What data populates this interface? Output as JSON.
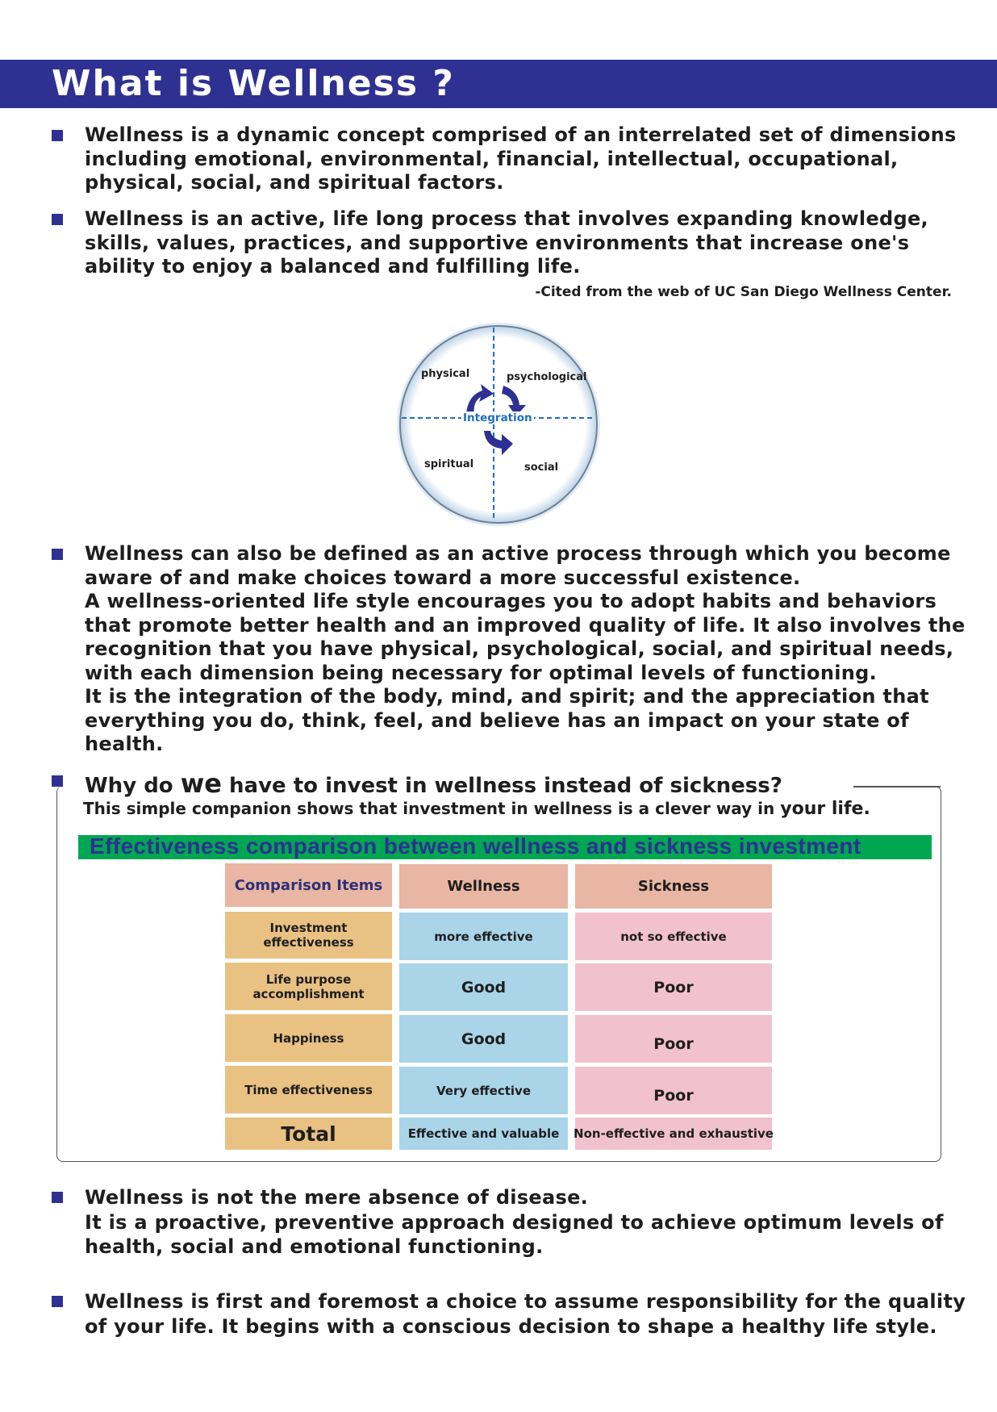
{
  "title": "What is Wellness ?",
  "paragraphs": {
    "p1": "Wellness is a dynamic concept comprised of an interrelated set of dimensions including emotional, environmental,  financial, intellectual, occupational, physical, social, and spiritual factors.",
    "p2": "Wellness is an active, life long process that involves expanding knowledge, skills, values, practices, and supportive environments that increase one's ability to enjoy a balanced and fulfilling life.",
    "citation": "-Cited from the web of UC San Diego Wellness Center.",
    "p3": "Wellness can also be defined as an active process through which you become aware of and make choices toward a more successful existence.\nA wellness-oriented life  style encourages you to adopt habits and behaviors that promote better health and an improved quality of life.  It also involves the recognition that you have physical, psychological, social, and spiritual needs, with each dimension being necessary for optimal levels of functioning.\nIt is the integration of the body, mind, and spirit; and the appreciation that everything you do, think, feel, and believe has an impact on your state of health.",
    "p4": "Wellness is not the mere absence of disease.\nIt is a proactive,  preventive approach designed to achieve optimum levels of health, social and emotional functioning.",
    "p5": "Wellness is first and foremost a choice to assume responsibility for the quality of your life.  It begins with a conscious decision to shape a healthy life style."
  },
  "diagram": {
    "top_left": "physical",
    "top_right": "psychological",
    "bottom_left": "spiritual",
    "bottom_right": "social",
    "center": "Integration"
  },
  "why": {
    "heading_a": "Why do ",
    "heading_we": "we",
    "heading_b": " have to invest in wellness instead of sickness?",
    "companion_a": "This simple companion shows that investment in wellness is a clever way in ",
    "companion_b": "your life."
  },
  "comparison": {
    "title": "Effectiveness comparison between wellness and sickness investment",
    "headers": [
      "Comparison Items",
      "Wellness",
      "Sickness"
    ],
    "rows": [
      [
        "Investment effectiveness",
        "more effective",
        "not so effective"
      ],
      [
        "Life purpose\naccomplishment",
        "Good",
        "Poor"
      ],
      [
        "Happiness",
        "Good",
        "Poor"
      ],
      [
        "Time effectiveness",
        "Very effective",
        "Poor"
      ],
      [
        "Total",
        "Effective and valuable",
        "Non-effective and exhaustive"
      ]
    ]
  },
  "colors": {
    "title_bar": "#2e3192",
    "bullet": "#2e3192",
    "green_bar": "#00a651",
    "items_col": "#e9c183",
    "wellness_col": "#aad4e8",
    "sickness_col": "#f2c1cf",
    "header_cells": "#e8b6a2"
  }
}
